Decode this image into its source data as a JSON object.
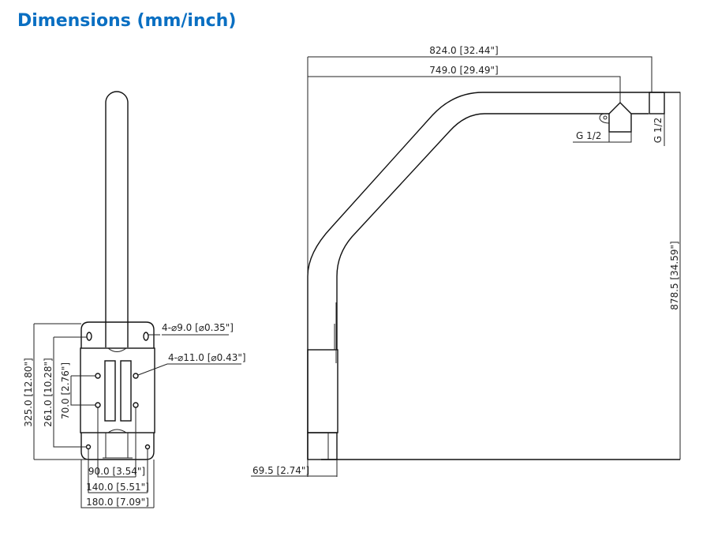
{
  "title": "Dimensions (mm/inch)",
  "front_view": {
    "hole_small": "4-⌀9.0 [⌀0.35\"]",
    "hole_large": "4-⌀11.0 [⌀0.43\"]",
    "height_total": "325.0 [12.80\"]",
    "height_holes": "261.0 [10.28\"]",
    "height_screws": "70.0 [2.76\"]",
    "width_screws": "90.0 [3.54\"]",
    "width_holes": "140.0 [5.51\"]",
    "width_total": "180.0 [7.09\"]"
  },
  "side_view": {
    "length_total": "824.0 [32.44\"]",
    "length_mount": "749.0 [29.49\"]",
    "thread_left": "G 1/2",
    "thread_right": "G 1/2",
    "height_total": "878.5 [34.59\"]",
    "depth_base": "69.5 [2.74\"]"
  }
}
